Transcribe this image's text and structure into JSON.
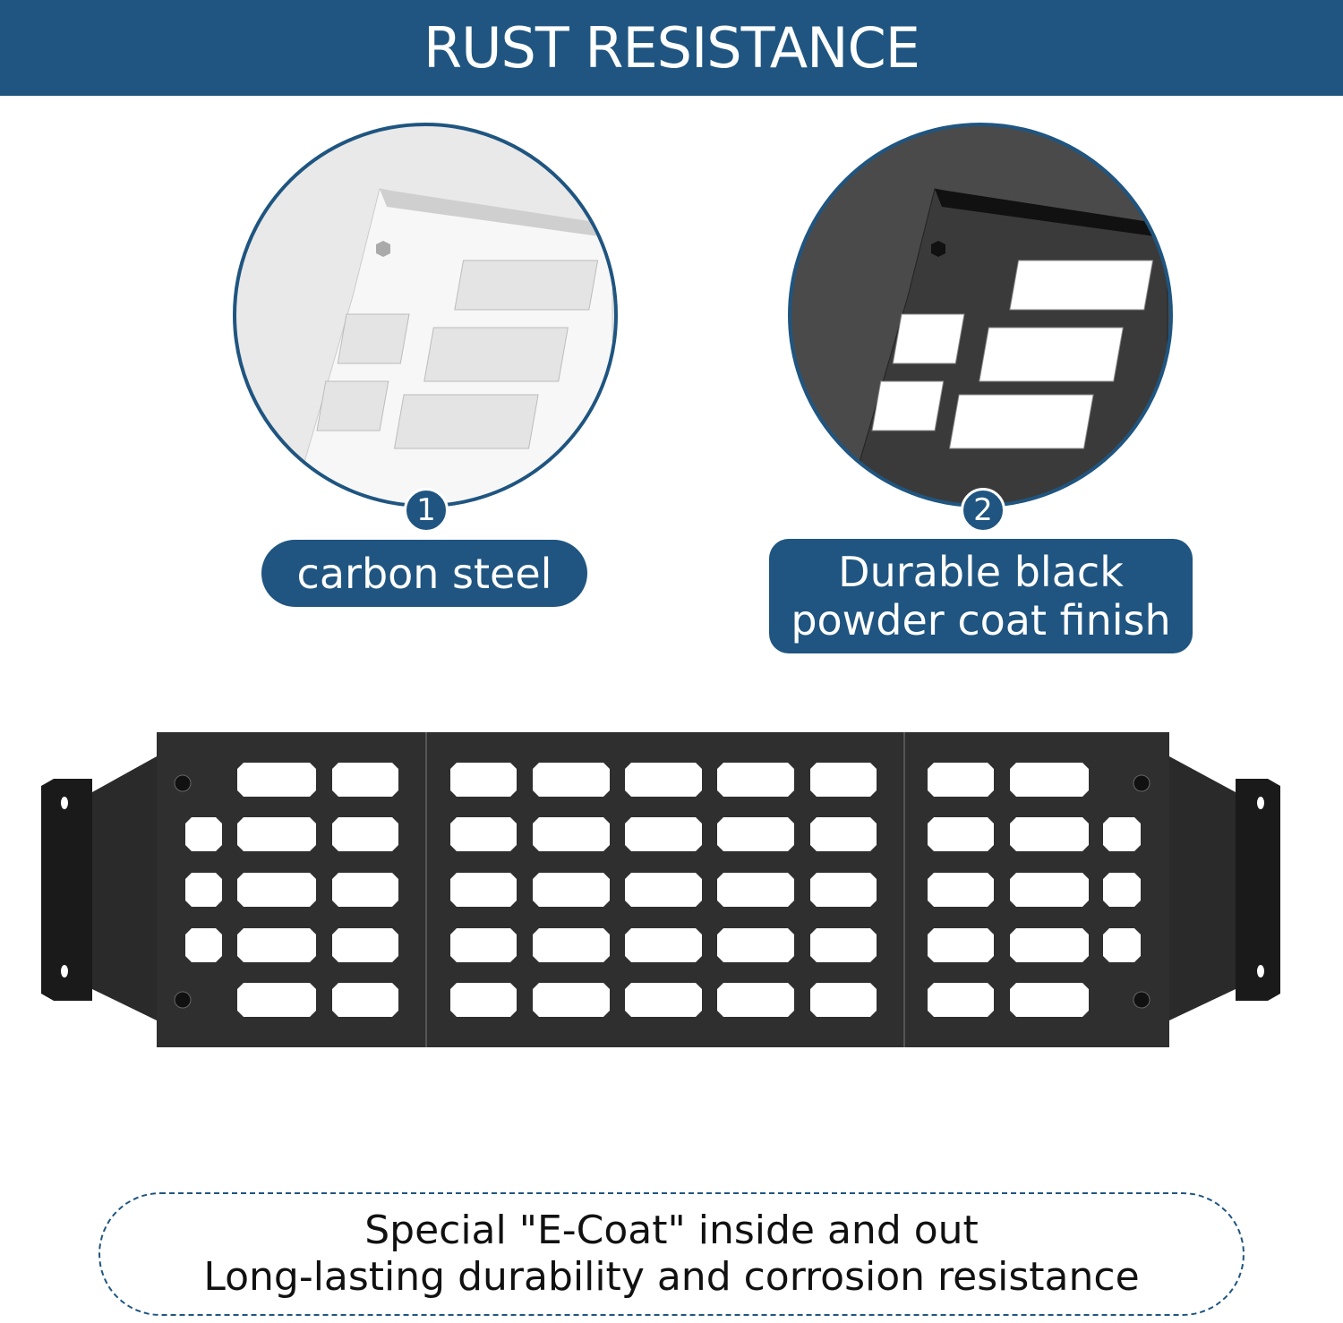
{
  "header": {
    "title": "RUST RESISTANCE"
  },
  "features": [
    {
      "number": "1",
      "label": "carbon steel"
    },
    {
      "number": "2",
      "label_line1": "Durable black",
      "label_line2": "powder coat finish"
    }
  ],
  "footer": {
    "line1": "Special \"E-Coat\" inside and out",
    "line2": "Long-lasting durability and corrosion resistance"
  },
  "colors": {
    "brand": "#1f5580",
    "panel": "#2b2b2b"
  }
}
